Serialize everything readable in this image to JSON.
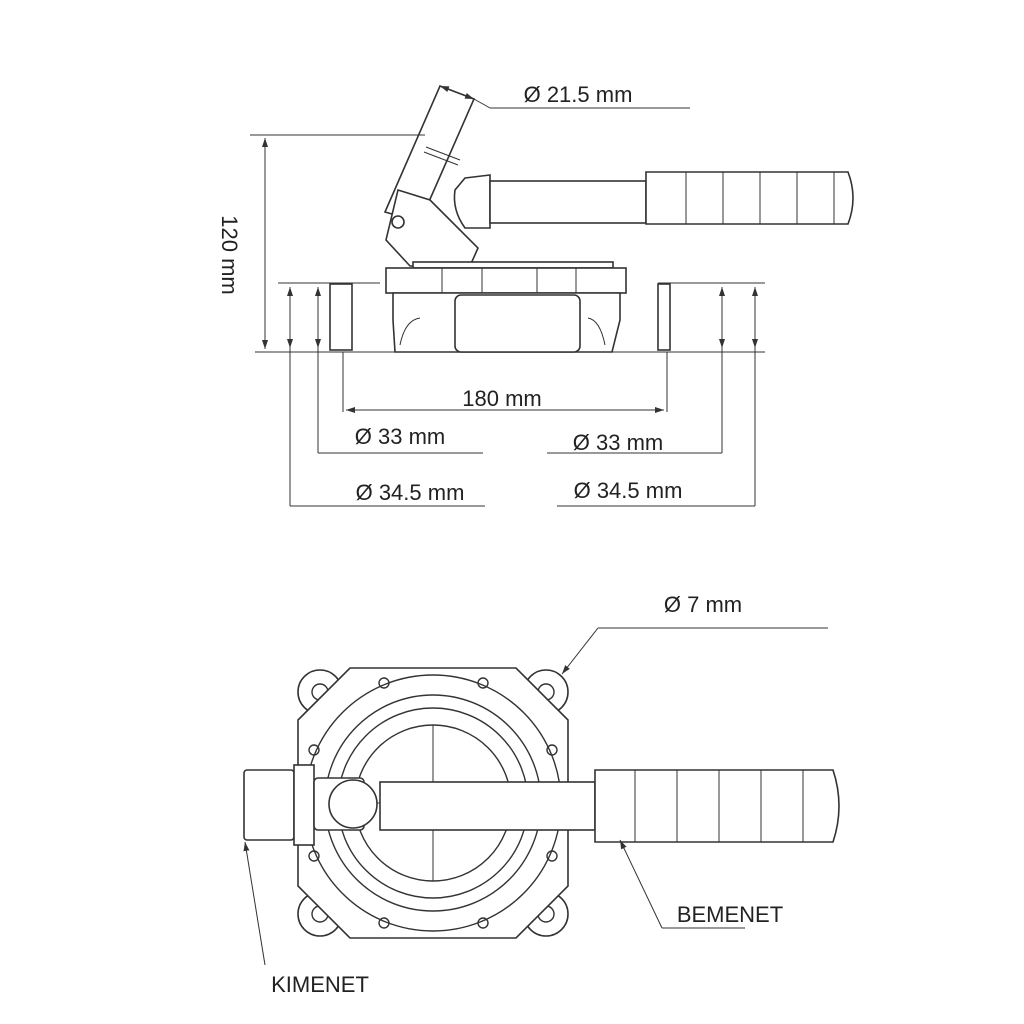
{
  "side_view": {
    "handle_diameter": "Ø 21.5 mm",
    "height": "120 mm",
    "port_spacing": "180 mm",
    "inner_diameter_left": "Ø 33 mm",
    "inner_diameter_right": "Ø 33 mm",
    "outer_diameter_left": "Ø 34.5 mm",
    "outer_diameter_right": "Ø 34.5 mm"
  },
  "top_view": {
    "mount_hole_diameter": "Ø 7 mm",
    "inlet_label": "BEMENET",
    "outlet_label": "KIMENET"
  },
  "line_color": "#333333"
}
